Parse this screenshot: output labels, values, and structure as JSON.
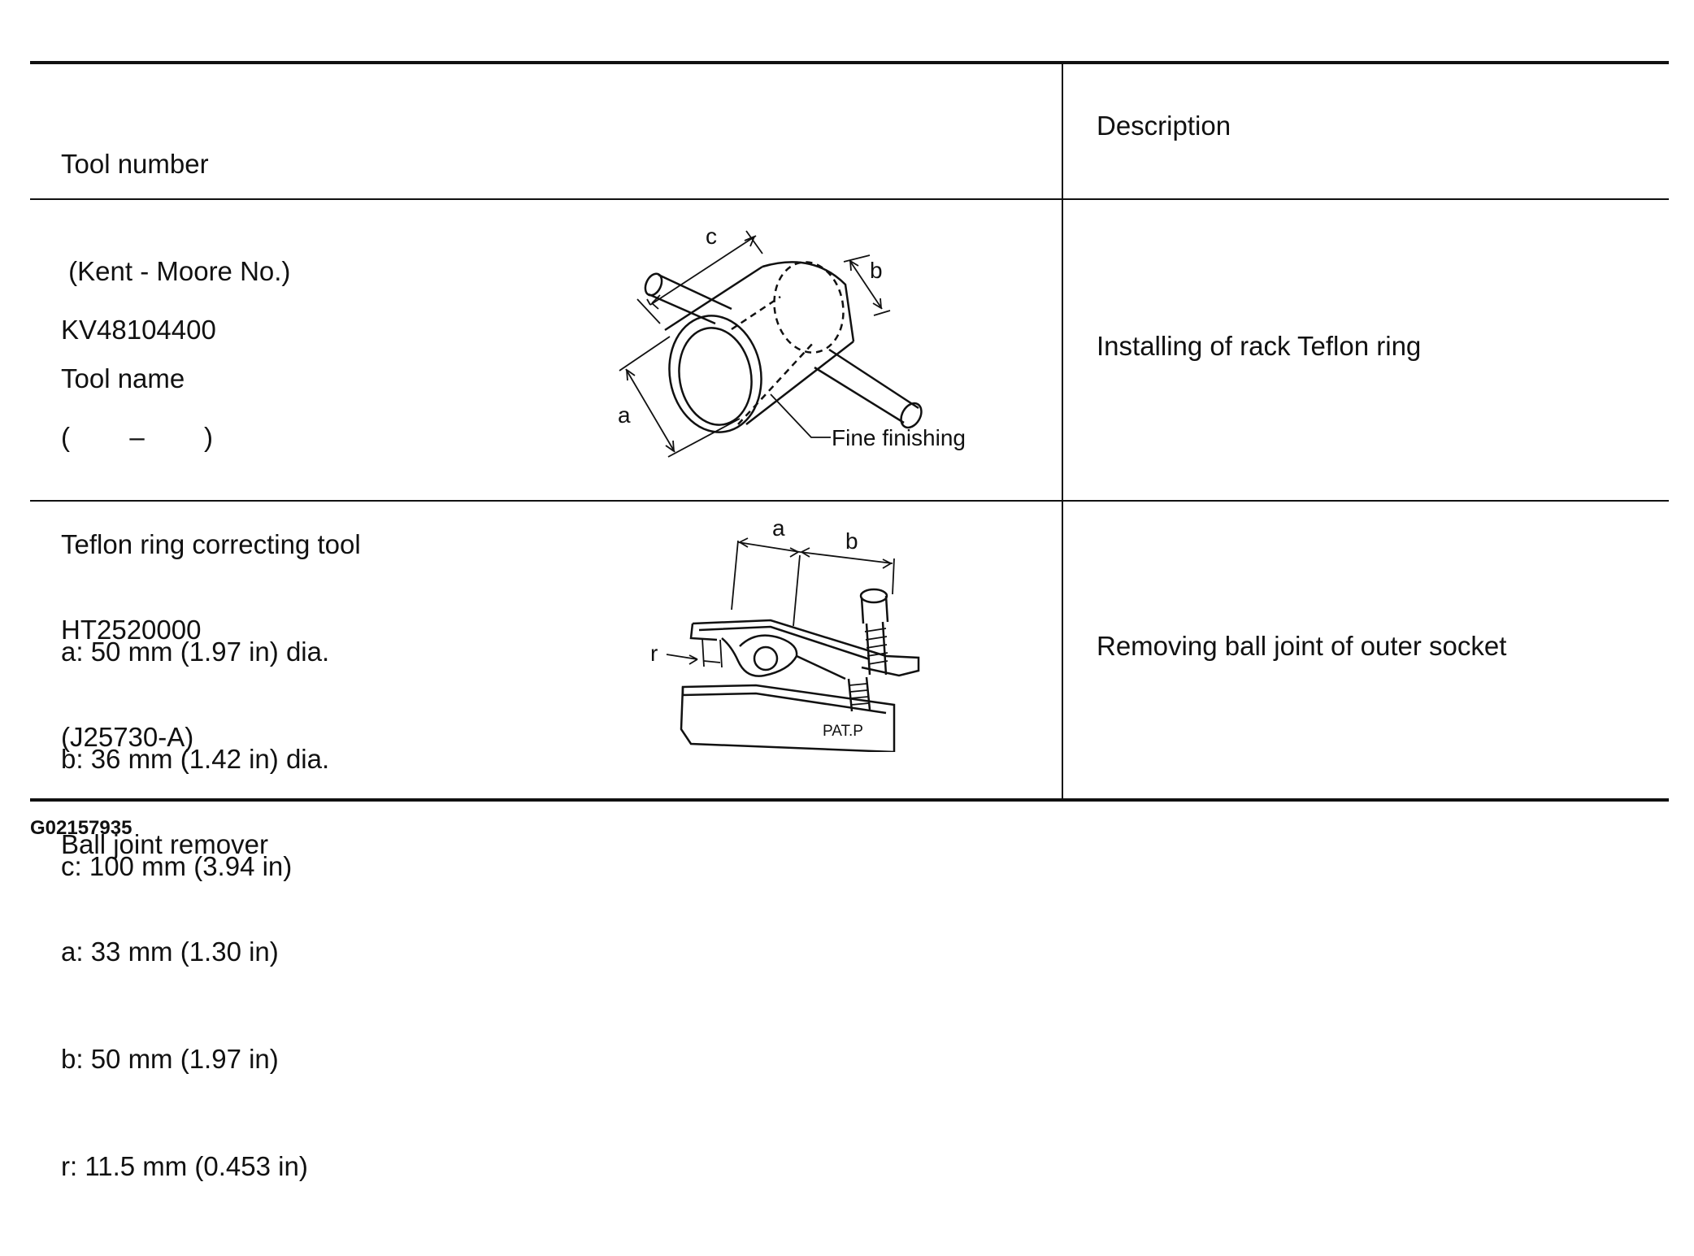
{
  "table": {
    "header": {
      "tool_lines": [
        "Tool number",
        " (Kent - Moore No.)",
        "Tool name"
      ],
      "description": "Description"
    },
    "rows": [
      {
        "tool_lines": [
          "KV48104400",
          "(        –        )",
          "Teflon ring correcting tool",
          "a: 50 mm (1.97 in) dia.",
          "b: 36 mm (1.42 in) dia.",
          "c: 100 mm (3.94 in)"
        ],
        "description": "Installing of rack Teflon ring",
        "figure_labels": {
          "a": "a",
          "b": "b",
          "c": "c",
          "note": "Fine finishing"
        }
      },
      {
        "tool_lines": [
          "HT2520000",
          "(J25730-A)",
          "Ball joint remover",
          "a: 33 mm (1.30 in)",
          "b: 50 mm (1.97 in)",
          "r: 11.5 mm (0.453 in)"
        ],
        "description": "Removing ball joint of outer socket",
        "figure_labels": {
          "a": "a",
          "b": "b",
          "r": "r",
          "stamp": "PAT.P"
        }
      }
    ]
  },
  "footer": {
    "figure_id": "G02157935"
  }
}
